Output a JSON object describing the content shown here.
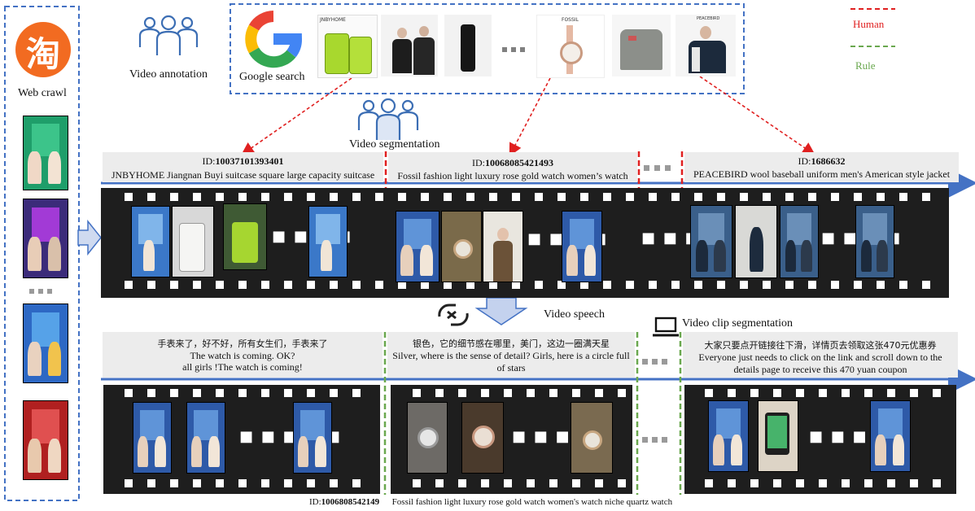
{
  "left_panel": {
    "logo_glyph": "淘",
    "label": "Web crawl"
  },
  "annotation": {
    "label": "Video annotation"
  },
  "google": {
    "label": "Google search",
    "brand1": "JNBYHOME",
    "brand2": "FOSSIL",
    "brand3": "PEACEBIRD"
  },
  "legend": {
    "human": "Human",
    "rule": "Rule",
    "human_color": "#e02020",
    "rule_color": "#6aa84f"
  },
  "segmentation": {
    "label": "Video  segmentation"
  },
  "products": [
    {
      "id_prefix": "ID:",
      "id": "10037101393401",
      "name": "JNBYHOME Jiangnan Buyi suitcase square large capacity suitcase"
    },
    {
      "id_prefix": "ID:",
      "id": "10068085421493",
      "name": "Fossil fashion light luxury rose gold watch women’s watch"
    },
    {
      "id_prefix": "ID:",
      "id": "1686632",
      "name": "PEACEBIRD wool baseball uniform men's American style jacket"
    }
  ],
  "speech_label": "Video speech",
  "clip_label": "Video clip segmentation",
  "speech_segments": [
    {
      "cn": "手表来了，好不好，所有女生们，手表来了",
      "en1": "The watch is coming. OK?",
      "en2": "all girls !The watch is coming!"
    },
    {
      "cn": "银色，它的细节感在哪里，美门，这边一圈满天星",
      "en1": "Silver, where is the sense of detail? Girls, here is a circle full",
      "en2": "of stars"
    },
    {
      "cn": "大家只要点开链接往下滑，详情页去领取这张470元优惠券",
      "en1": "Everyone just needs to click on the link and scroll down to the",
      "en2": "details page to receive this 470 yuan coupon"
    }
  ],
  "bottom_caption": {
    "id_prefix": "ID:",
    "id": "1006808542149",
    "name": "Fossil fashion light luxury rose gold watch women's watch niche quartz watch"
  },
  "colors": {
    "blue_dashed": "#4472c4",
    "arrow_blue": "#4472c4",
    "film": "#1e1e1e",
    "gray_box": "#ececec"
  }
}
